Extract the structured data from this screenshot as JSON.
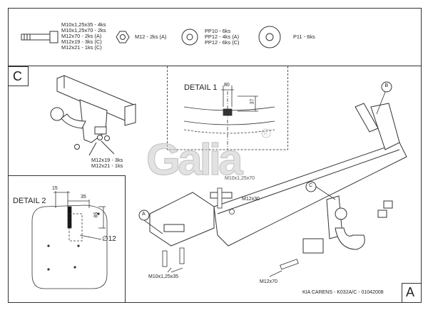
{
  "parts_legend": {
    "bolt_lines": [
      "M10x1,25x35 - 4ks",
      "M10x1,25x70 - 2ks",
      "M12x70 - 2ks (A)",
      "M12x19 - 3ks (C)",
      "M12x21 - 1ks (C)"
    ],
    "nut_label": "M12 - 2ks (A)",
    "washer_lines": [
      "PP10 - 6ks",
      "PP12 - 4ks (A)",
      "PP12 - 6ks (C)"
    ],
    "large_washer_label": "P11 - 6ks"
  },
  "section_c": {
    "letter": "C",
    "bolt_lines": [
      "M12x19 - 3ks",
      "M12x21 - 1ks"
    ]
  },
  "detail_1": {
    "title": "DETAIL 1",
    "dim_width": "80",
    "dim_height": "37"
  },
  "detail_2": {
    "title": "DETAIL 2",
    "dim_15": "15",
    "dim_35": "35",
    "dim_85": "85",
    "hole_label": "∅12"
  },
  "main_drawing": {
    "callout_a": "A",
    "callout_b": "B",
    "callout_c": "C",
    "label_m10x125x70": "M10x1,25x70",
    "label_m12x30": "M12x30",
    "label_m10x125x35": "M10x1,25x35",
    "label_m12x70": "M12x70"
  },
  "watermark": "Galia",
  "footer": {
    "caption": "KIA CARENS - K032A/C - 01042008",
    "corner_letter": "A"
  }
}
